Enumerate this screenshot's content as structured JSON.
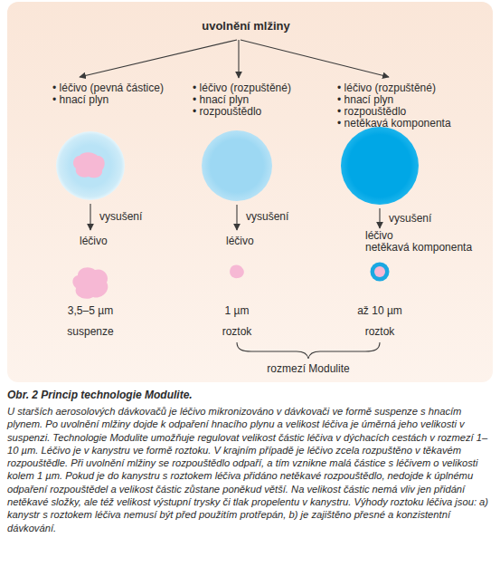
{
  "diagram": {
    "caption": "Obr. 2 Princip technologie Modulite.",
    "labels": [
      "uvolnění mlžiny",
      "• léčivo (pevná částice)",
      "• hnací plyn",
      "• léčivo (rozpuštěné)",
      "• hnací plyn",
      "• rozpouštědlo",
      "• léčivo (rozpuštěné)",
      "• hnací plyn",
      "• rozpouštědlo",
      "• netěkavá komponenta",
      "vysušení",
      "vysušení",
      "vysušení",
      "léčivo",
      "léčivo",
      "léčivo",
      "netěkavá komponenta",
      "3,5–5 µm",
      "1 µm",
      "až 10 µm",
      "suspenze",
      "roztok",
      "roztok",
      "rozmezí Modulite",
      "U starších aerosolových dávkovačů je léčivo mikronizováno v dávkovači ve formě suspenze s hnacím plynem. Po uvolnění mlžiny dojde k odpaření hnacího plynu a velikost léčiva je úměrná jeho velikosti v suspenzi. Technologie Modulite umožňuje regulovat velikost částic léčiva v dýchacích cestách v rozmezí 1–10 µm. Léčivo je v kanystru ve formě roztoku. V krajním případě je léčivo zcela rozpuštěno v těkavém rozpouštědle. Při uvolnění mlžiny se rozpouštědlo odpaří, a tím vznikne malá částice s léčivem o velikosti kolem 1 µm. Pokud je do kanystru s roztokem léčiva přidáno netěkavé rozpouštědlo, nedojde k úplnému odpaření rozpouštědel a velikost částic zůstane poněkud větší. Na velikost částic nemá vliv jen přidání netěkavé složky, ale též velikost výstupní trysky či tlak propelentu v kanystru. Výhody roztoku léčiva jsou: a) kanystr s roztokem léčiva nemusí být před použitím protřepán, b) je zajištěno přesné a konzistentní dávkování."
    ]
  }
}
